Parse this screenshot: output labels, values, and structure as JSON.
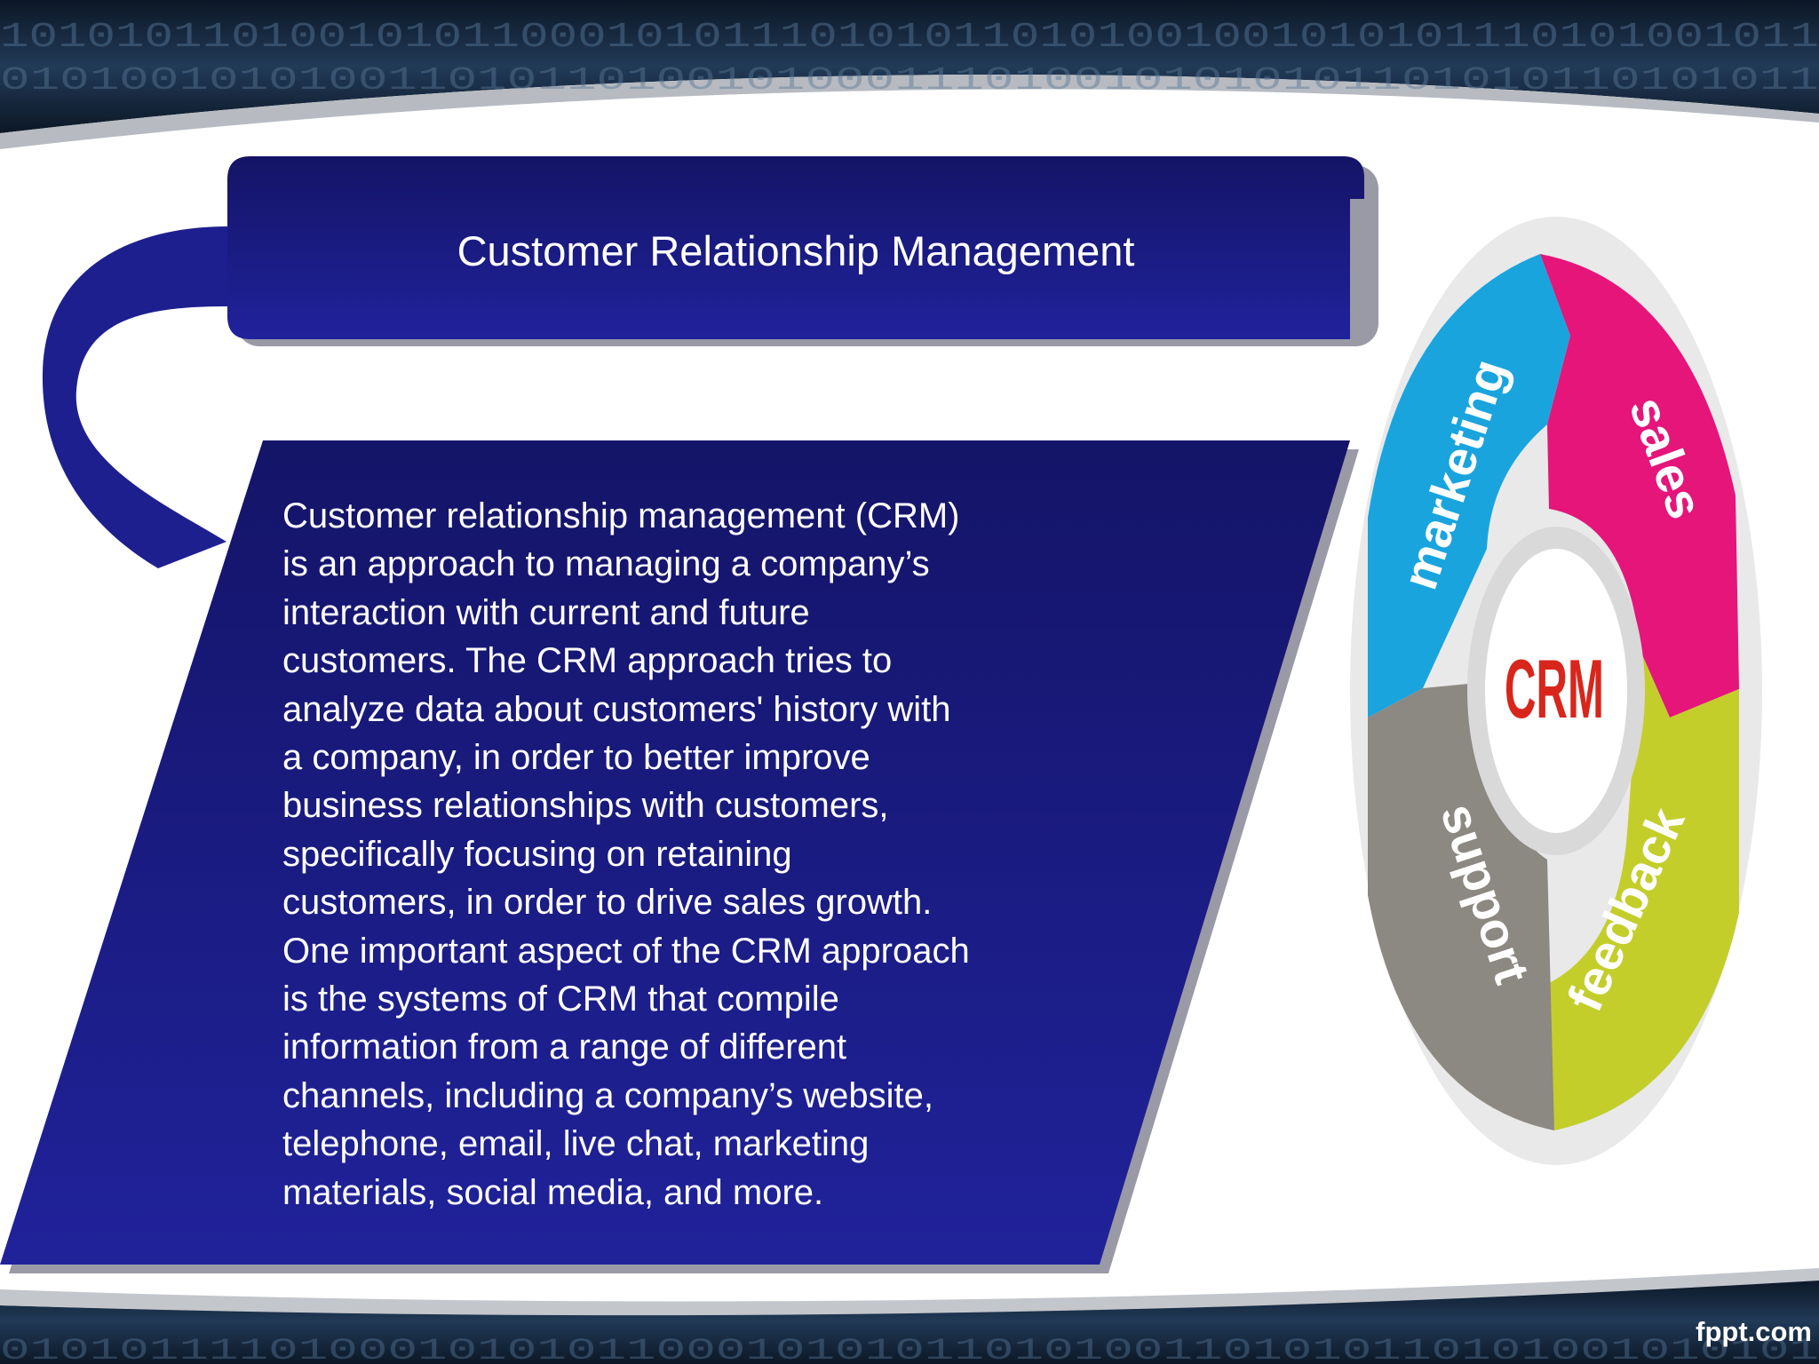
{
  "slide": {
    "title": "Customer Relationship Management",
    "body_lines": [
      "Customer relationship management (CRM)",
      "is an approach to managing a company’s",
      "interaction with current and future",
      "customers. The CRM approach tries to",
      "analyze data about customers' history with",
      "a company, in order to better improve",
      "business relationships with customers,",
      "specifically focusing on retaining",
      "customers, in order to drive sales growth.",
      "One important aspect of the CRM approach",
      "is the systems of CRM that compile",
      "information from a range of different",
      "channels, including a company’s website,",
      "telephone, email, live chat, marketing",
      "materials, social media, and more."
    ],
    "footer": "fppt.com"
  },
  "background": {
    "top_band_digits": "101010110100101011000101011101010110101001001010101110101001011",
    "top_band_digits_2": "0101001010100110101101001010001110100101010101101010110101011",
    "bottom_band_digits": "0101011110100010101011000101010110101001101010110101001010101"
  },
  "crm_cycle": {
    "center_label": "CRM",
    "segments": [
      {
        "label": "marketing",
        "color": "#19a4de"
      },
      {
        "label": "sales",
        "color": "#e5157a"
      },
      {
        "label": "feedback",
        "color": "#c3ce2b"
      },
      {
        "label": "support",
        "color": "#8c8882"
      }
    ],
    "center_color": "#d8261c"
  },
  "colors": {
    "panel_navy": "#1a1c88",
    "band_dark": "#0d1a2e"
  }
}
